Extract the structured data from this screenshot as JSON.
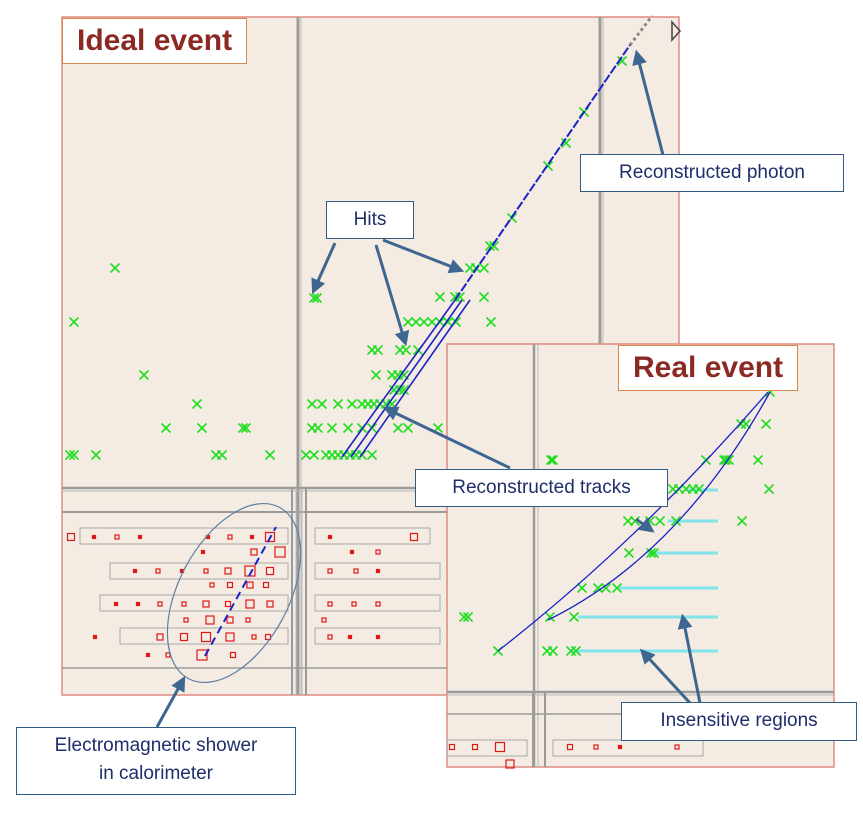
{
  "ideal_panel": {
    "title": "Ideal event"
  },
  "real_panel": {
    "title": "Real event"
  },
  "callouts": {
    "reconstructed_photon": "Reconstructed photon",
    "hits": "Hits",
    "reconstructed_tracks": "Reconstructed tracks",
    "insensitive_regions": "Insensitive regions",
    "em_shower_line1": "Electromagnetic shower",
    "em_shower_line2": "in calorimeter"
  },
  "colors": {
    "panel_background": "#f4ece2",
    "panel_border": "#e08a80",
    "hit_marker": "#22dd22",
    "track": "#1a22c8",
    "photon_extension": "#888888",
    "calorimeter_cell": "#e01818",
    "insensitive_region": "#7fe5ea",
    "arrow": "#3d6690",
    "title_text": "#8b2a22",
    "callout_text": "#1f2d6a"
  }
}
